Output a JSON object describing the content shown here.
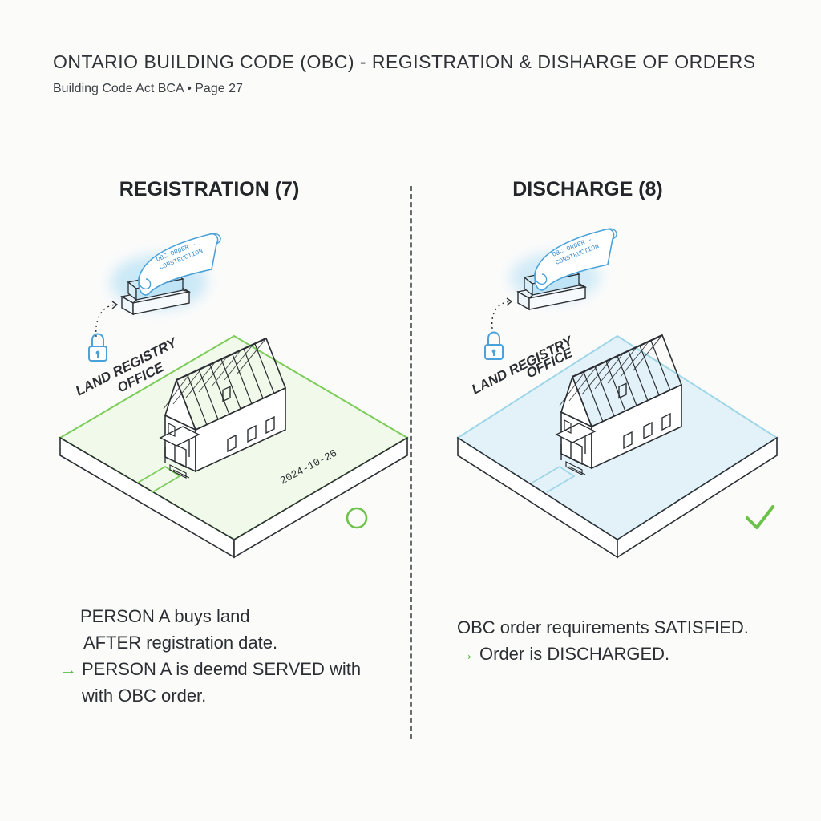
{
  "header": {
    "title": "ONTARIO BUILDING CODE (OBC) - REGISTRATION & DISHARGE OF ORDERS",
    "subtitle": "Building Code Act BCA • Page 27"
  },
  "panels": [
    {
      "heading": "REGISTRATION (7)",
      "office_label_line1": "LAND REGISTRY",
      "office_label_line2": "OFFICE",
      "scroll_line1": "OBC ORDER -",
      "scroll_line2": "CONSTRUCTION",
      "date": "2024-10-26",
      "status_icon": "circle-icon",
      "accent_color": "#7ccc5a",
      "caption_lines": [
        "PERSON A buys land",
        "AFTER registration date.",
        "PERSON A is deemd SERVED with",
        "with OBC order."
      ],
      "caption_arrow": "→"
    },
    {
      "heading": "DISCHARGE (8)",
      "office_label_line1": "LAND REGISTRY",
      "office_label_line2": "OFFICE",
      "scroll_line1": "OBC ORDER -",
      "scroll_line2": "CONSTRUCTION",
      "status_icon": "checkmark-icon",
      "accent_color": "#9ed6e8",
      "caption_lines": [
        "OBC order requirements SATISFIED.",
        "Order is DISCHARGED."
      ],
      "caption_arrow": "→"
    }
  ],
  "colors": {
    "green": "#6cc24a",
    "blue": "#5aaee0",
    "ink": "#2b2f33"
  }
}
